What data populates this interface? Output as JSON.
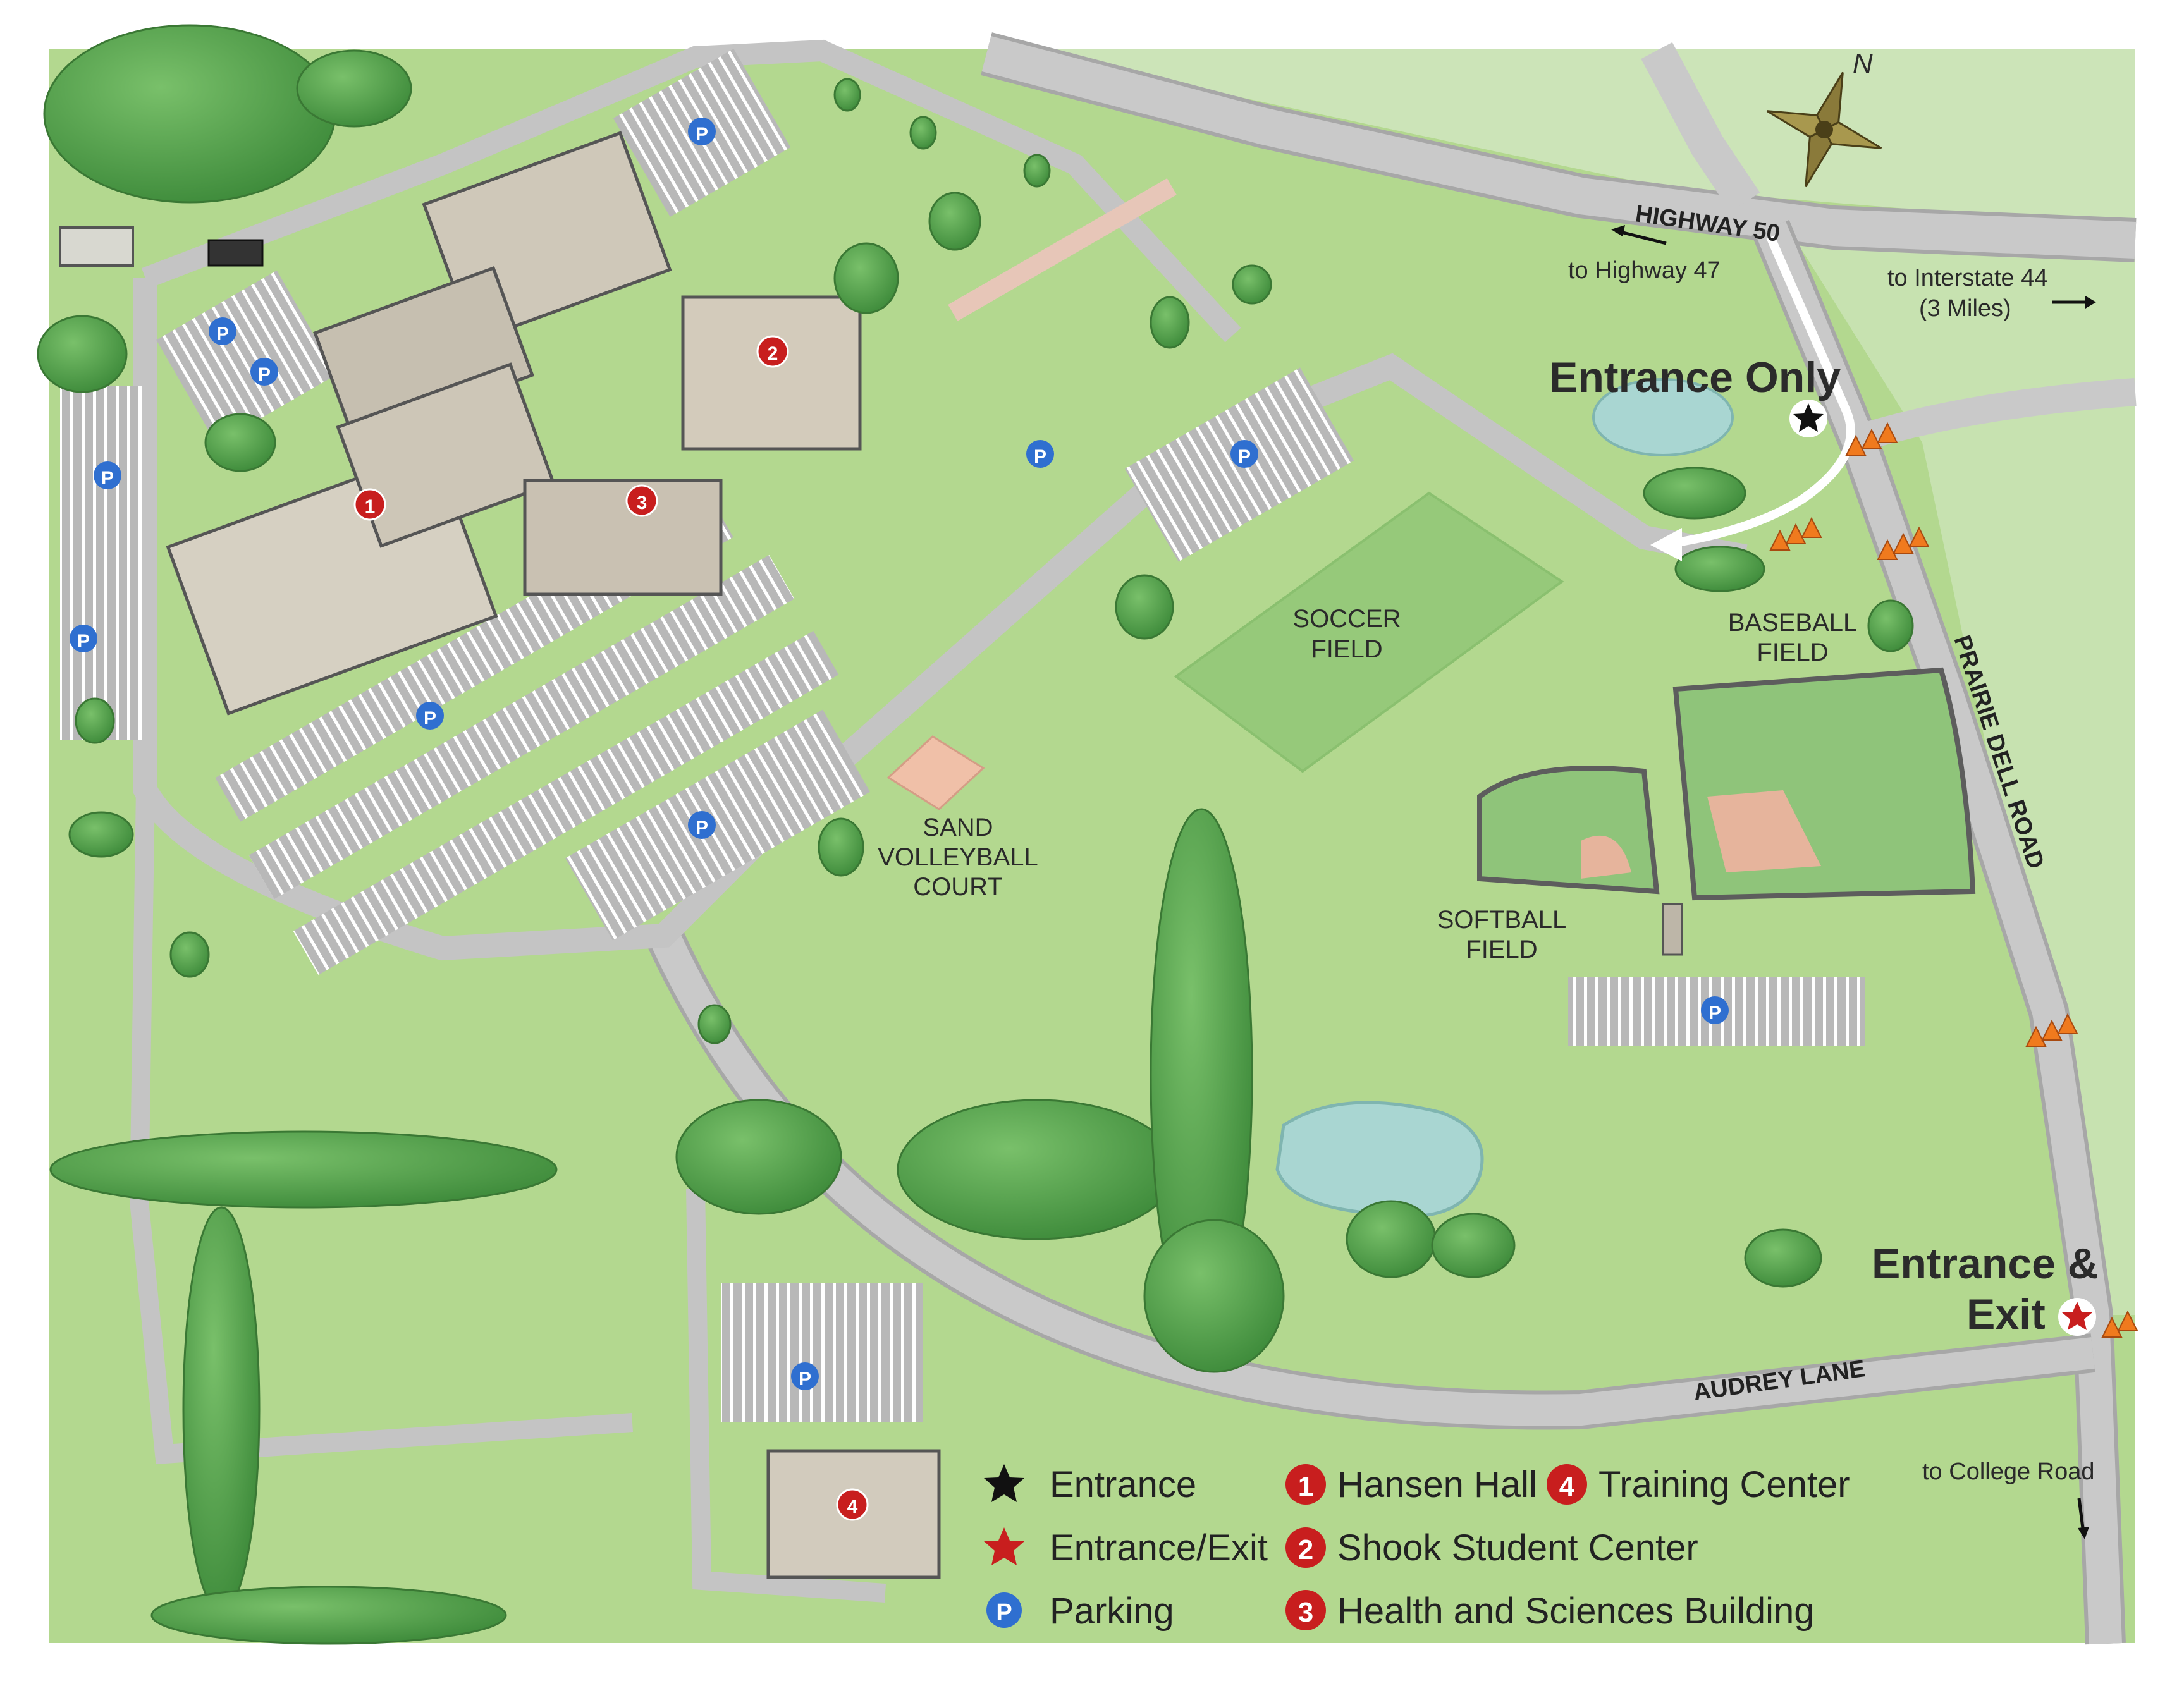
{
  "roads": {
    "highway50": "HIGHWAY 50",
    "prairie_dell": "PRAIRIE DELL ROAD",
    "audrey_lane": "AUDREY LANE"
  },
  "directions": {
    "to_highway47": "to Highway 47",
    "to_interstate44_line1": "to Interstate 44",
    "to_interstate44_line2": "(3 Miles)",
    "to_college_road": "to College Road"
  },
  "compass": {
    "north": "N"
  },
  "labels": {
    "entrance_only": "Entrance Only",
    "entrance_exit_line1": "Entrance &",
    "entrance_exit_line2": "Exit",
    "soccer_line1": "SOCCER",
    "soccer_line2": "FIELD",
    "baseball_line1": "BASEBALL",
    "baseball_line2": "FIELD",
    "softball_line1": "SOFTBALL",
    "softball_line2": "FIELD",
    "volley_line1": "SAND",
    "volley_line2": "VOLLEYBALL",
    "volley_line3": "COURT"
  },
  "building_numbers": {
    "b1": "1",
    "b2": "2",
    "b3": "3",
    "b4": "4"
  },
  "parking_glyph": "P",
  "legend": {
    "entrance": "Entrance",
    "entrance_exit": "Entrance/Exit",
    "parking": "Parking",
    "n1": "1",
    "hansen": "Hansen Hall",
    "n2": "2",
    "shook": "Shook Student Center",
    "n3": "3",
    "health": "Health and Sciences Building",
    "n4": "4",
    "training": "Training Center"
  },
  "colors": {
    "grass": "#b3d88f",
    "road": "#bdbdbd",
    "tree": "#4f9a48",
    "water": "#a9d6d2",
    "marker_red": "#c81e1e",
    "parking_blue": "#2f6fd0"
  }
}
